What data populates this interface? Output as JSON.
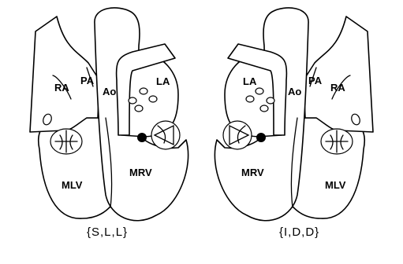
{
  "diagrams": [
    {
      "caption": "{S,L,L}",
      "labels": {
        "ra": "RA",
        "pa": "PA",
        "ao": "Ao",
        "la": "LA",
        "mrv": "MRV",
        "mlv": "MLV"
      }
    },
    {
      "caption": "{I,D,D}",
      "labels": {
        "ra": "RA",
        "pa": "PA",
        "ao": "Ao",
        "la": "LA",
        "mrv": "MRV",
        "mlv": "MLV"
      }
    }
  ],
  "colors": {
    "line": "#000000",
    "fill": "#ffffff"
  }
}
